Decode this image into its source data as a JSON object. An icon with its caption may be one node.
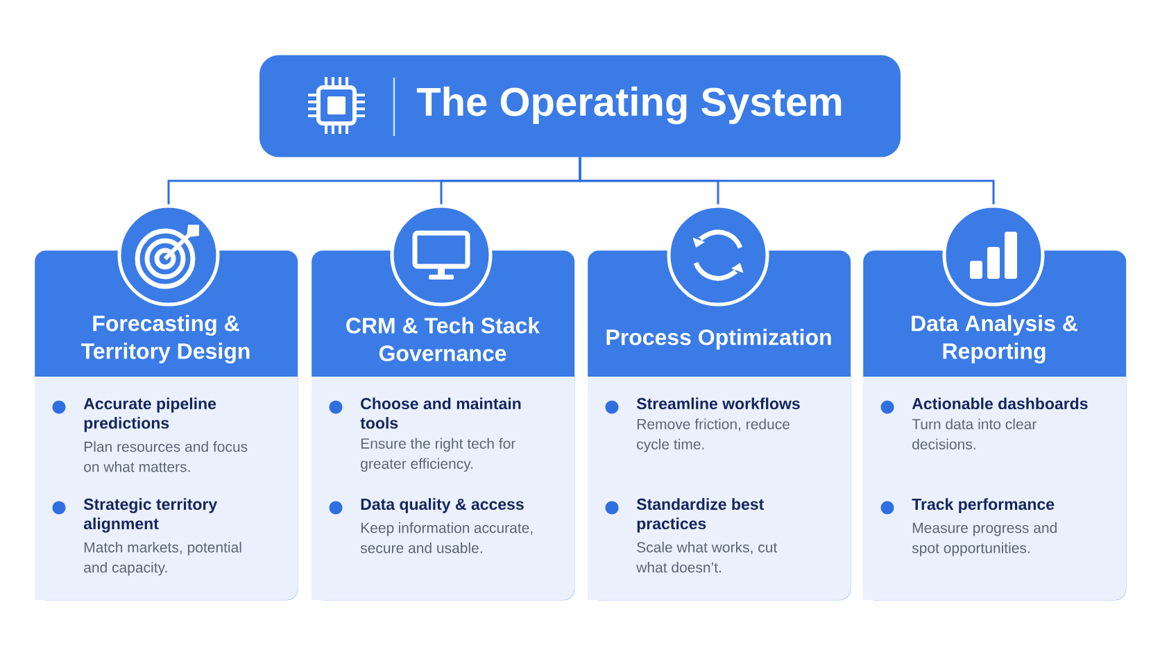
{
  "diagram": {
    "nodes": [
      {
        "text": [
          "The Operating System"
        ]
      },
      {
        "text": [],
        "shape": "circle"
      },
      {
        "text": [],
        "shape": "circle"
      },
      {
        "text": [],
        "shape": "circle"
      },
      {
        "text": [],
        "shape": "circle"
      },
      {
        "text": [
          "Forecasting & Territory Design",
          "Accurate pipeline predictions",
          "Plan resources and focus on what matters.",
          "Strategic territory alignment",
          "Match markets, potential and capacity."
        ]
      },
      {
        "text": [
          "CRM & Tech Stack Governance",
          "Choose and maintain tools",
          "Ensure the right tech for greater efficiency.",
          "Data quality & access",
          "Keep information accurate, secure and usable."
        ]
      },
      {
        "text": [
          "Process Optimization",
          "Streamline workflows",
          "Remove friction, reduce cycle time.",
          "Standardize best practices",
          "Scale what works, cut what doesn’t."
        ]
      },
      {
        "text": [
          "Data Analysis & Reporting",
          "Actionable dashboards",
          "Turn data into clear decisions.",
          "Track performance",
          "Measure progress and spot opportunities."
        ]
      }
    ],
    "edges": [
      {
        "from": 0,
        "to": 1,
        "arrow": "none"
      },
      {
        "from": 0,
        "to": 2,
        "arrow": "none"
      },
      {
        "from": 0,
        "to": 3,
        "arrow": "none"
      },
      {
        "from": 0,
        "to": 4,
        "arrow": "none"
      }
    ]
  }
}
